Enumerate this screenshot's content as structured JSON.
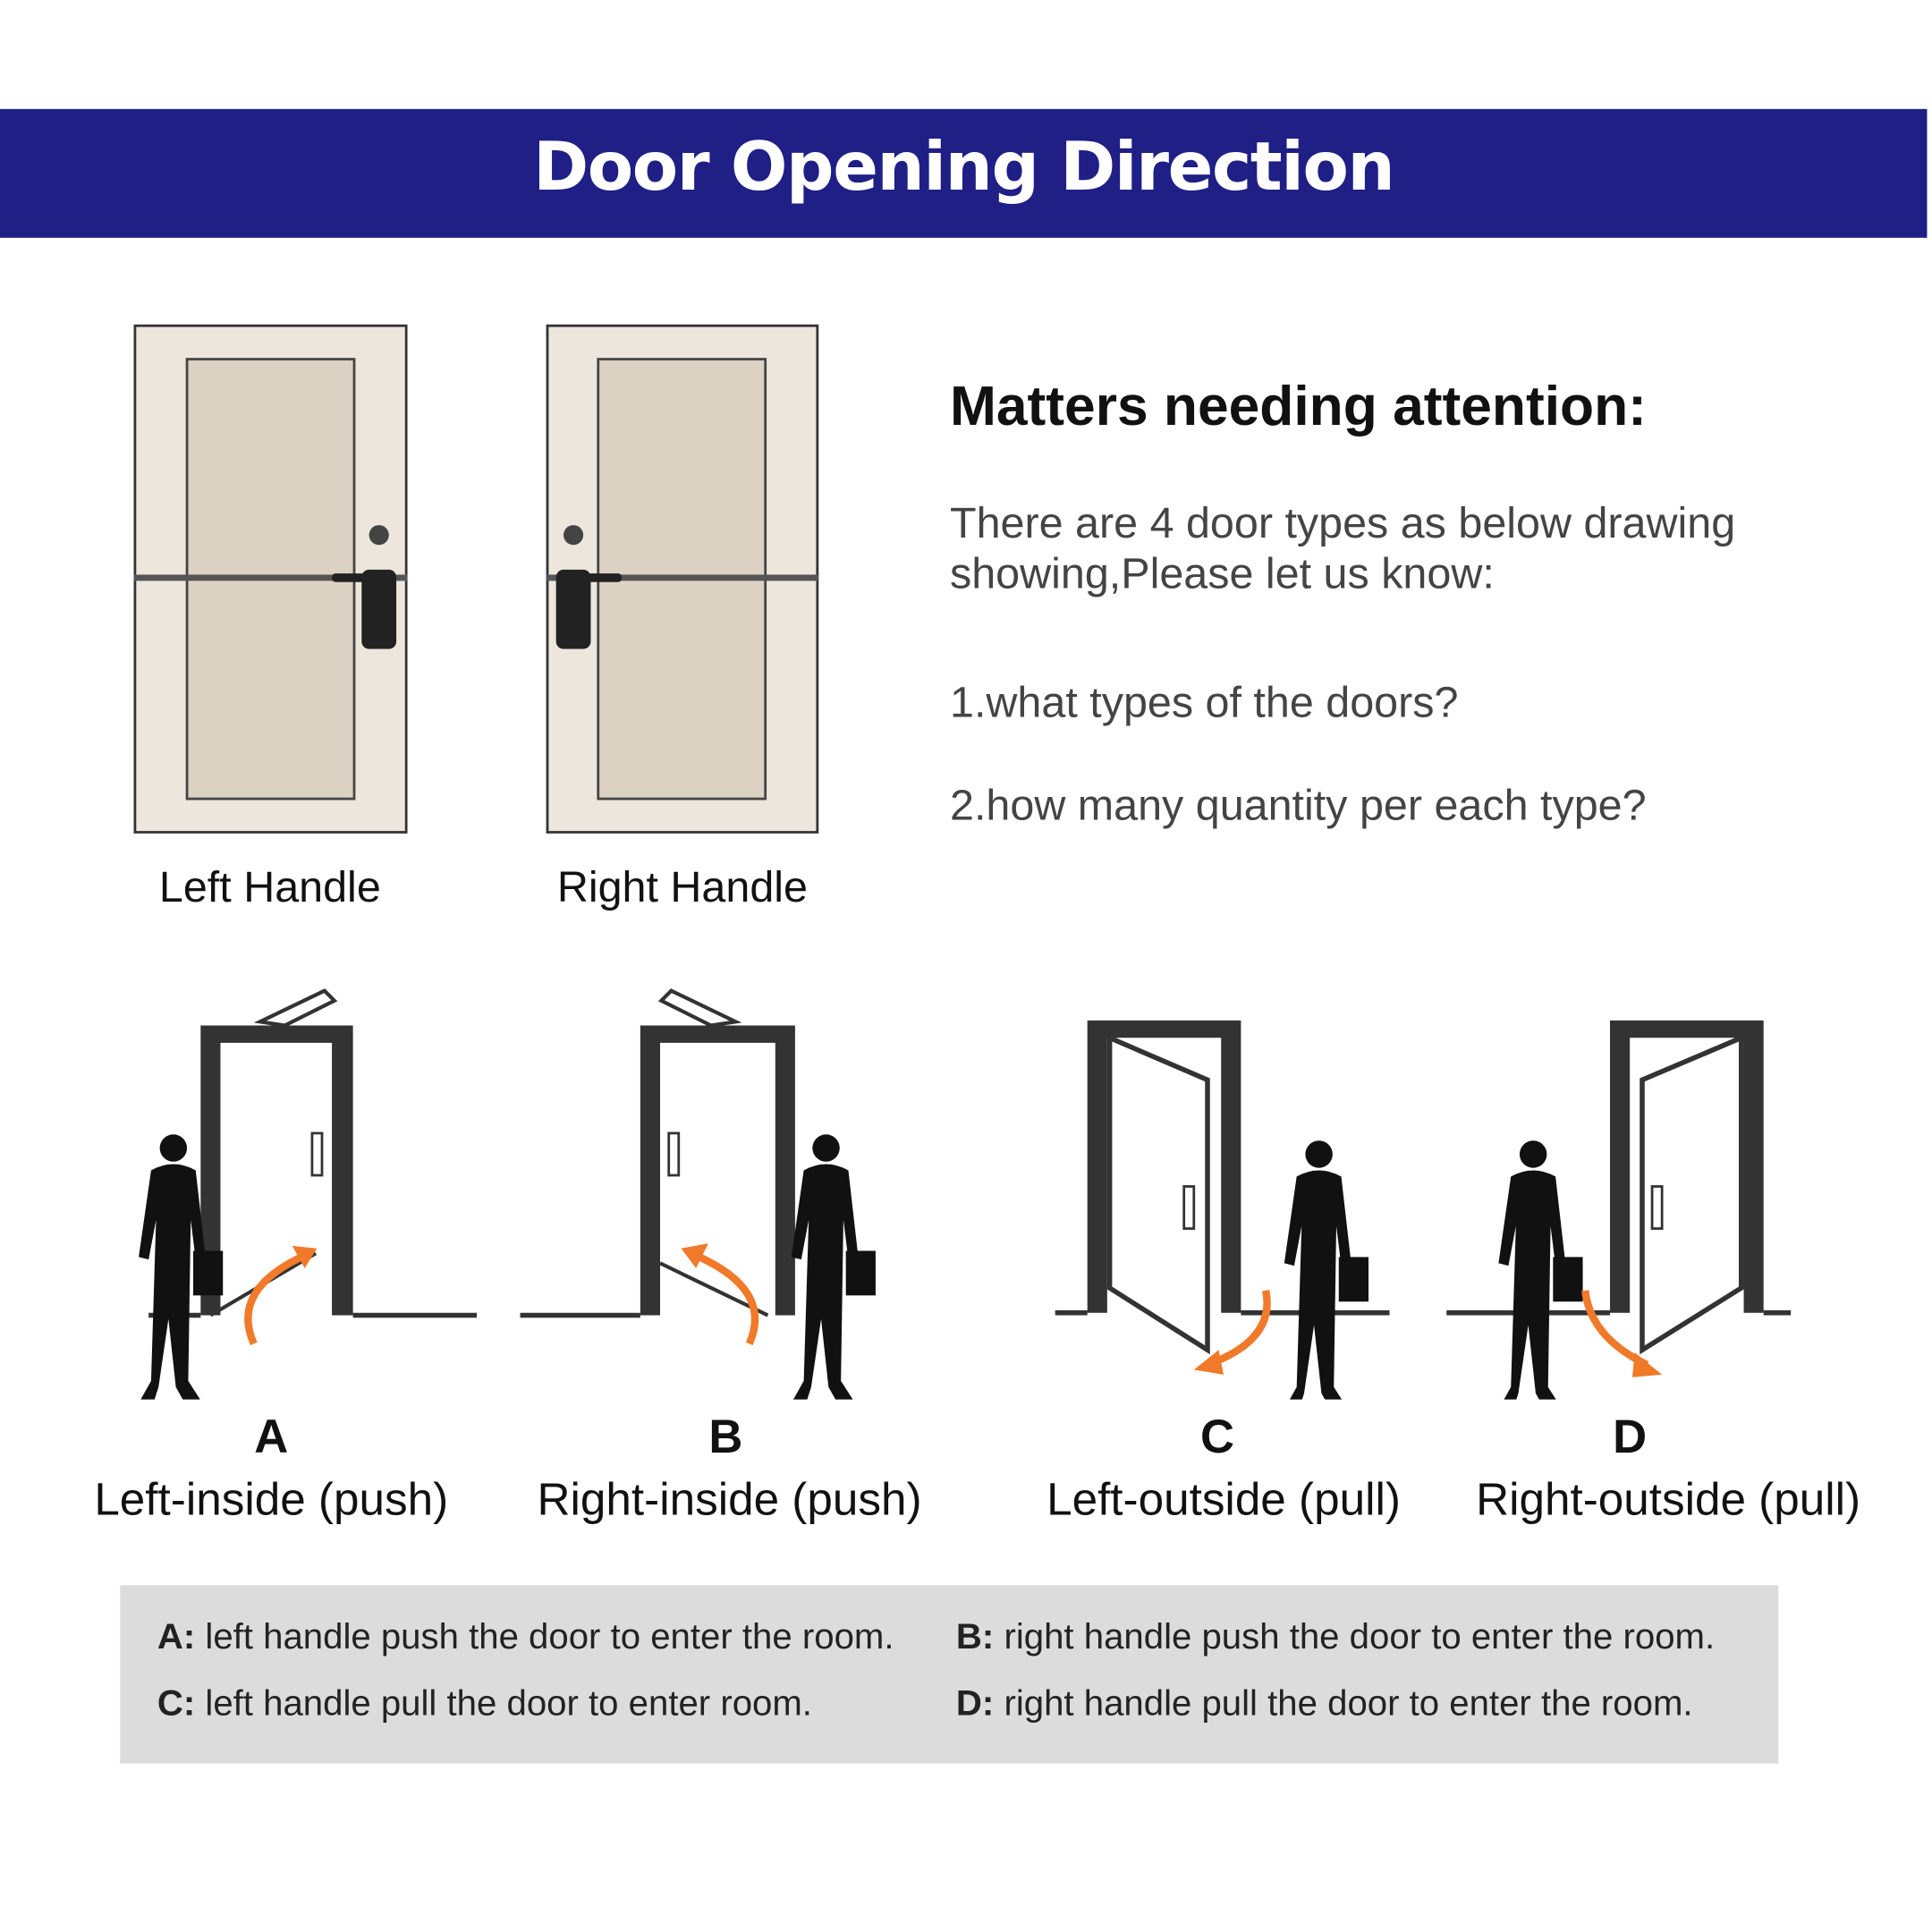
{
  "header": {
    "title": "Door Opening Direction",
    "bg_color": "#1f1f86"
  },
  "handles": [
    {
      "label": "Left Handle"
    },
    {
      "label": "Right Handle"
    }
  ],
  "attention": {
    "heading": "Matters needing attention:",
    "intro_line1": "There are 4 door types as below drawing",
    "intro_line2": "showing,Please let us know:",
    "q1": "1.what types of the doors?",
    "q2": "2.how many quantity per each type?"
  },
  "types": [
    {
      "letter": "A",
      "caption": "Left-inside (push)"
    },
    {
      "letter": "B",
      "caption": "Right-inside (push)"
    },
    {
      "letter": "C",
      "caption": "Left-outside (pull)"
    },
    {
      "letter": "D",
      "caption": "Right-outside (pull)"
    }
  ],
  "notes": [
    {
      "key": "A:",
      "text": "left handle push the door to enter the room."
    },
    {
      "key": "B:",
      "text": "right handle push the door to enter the room."
    },
    {
      "key": "C:",
      "text": "left handle pull the door to enter room."
    },
    {
      "key": "D:",
      "text": "right handle pull the door to enter the room."
    }
  ],
  "arrow_color": "#f07a2a"
}
